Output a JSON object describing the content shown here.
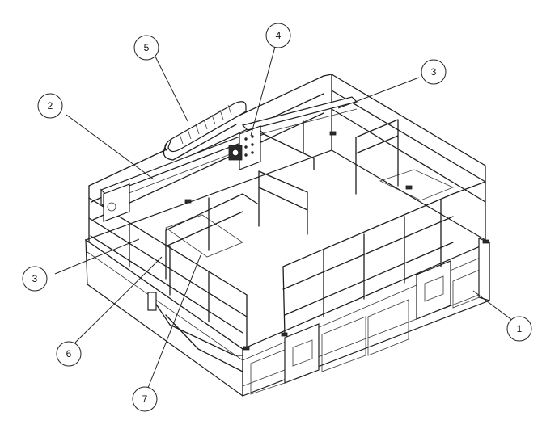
{
  "callouts": [
    {
      "id": "c1",
      "label": "1"
    },
    {
      "id": "c2",
      "label": "2"
    },
    {
      "id": "c3a",
      "label": "3"
    },
    {
      "id": "c3b",
      "label": "3"
    },
    {
      "id": "c4",
      "label": "4"
    },
    {
      "id": "c5",
      "label": "5"
    },
    {
      "id": "c6",
      "label": "6"
    },
    {
      "id": "c7",
      "label": "7"
    }
  ]
}
